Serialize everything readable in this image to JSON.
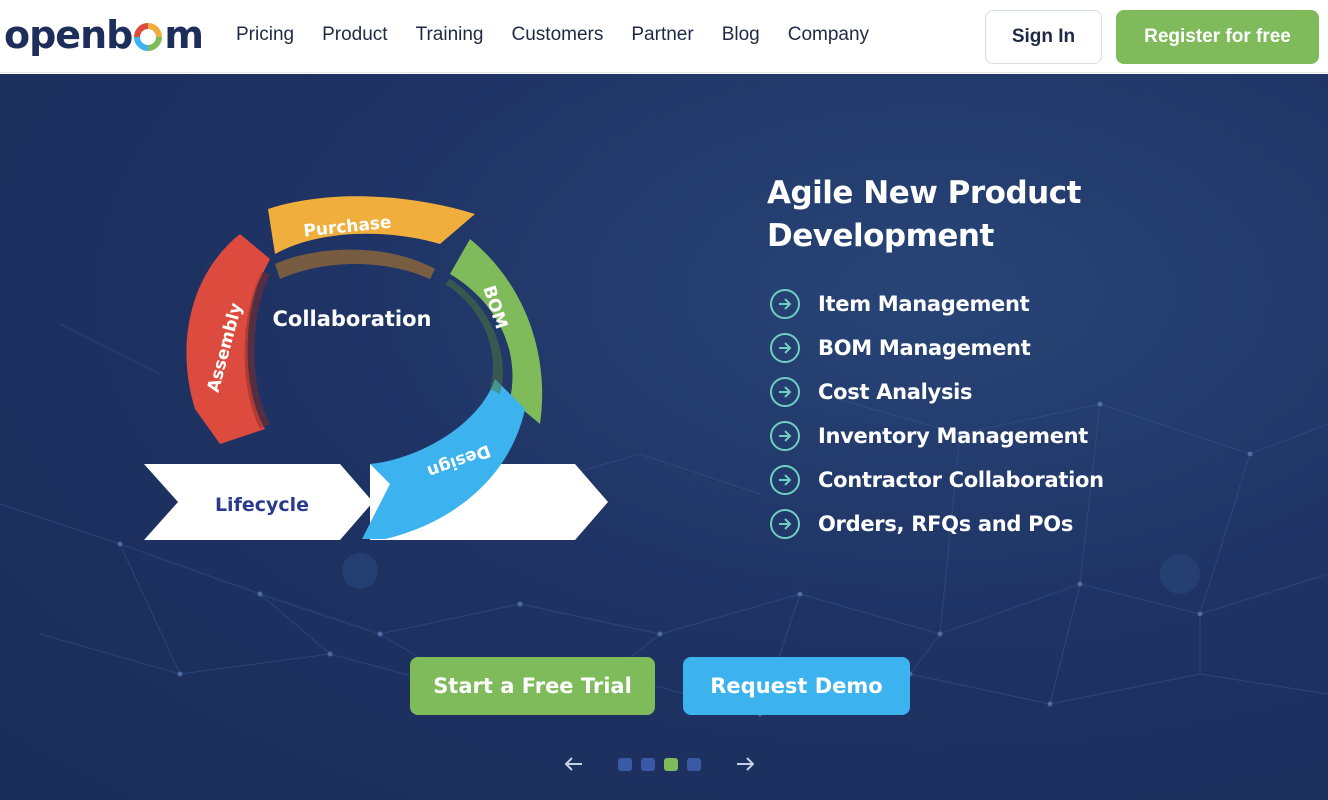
{
  "brand": {
    "name": "openbom",
    "parts": [
      "openb",
      "m"
    ]
  },
  "nav": {
    "items": [
      "Pricing",
      "Product",
      "Training",
      "Customers",
      "Partner",
      "Blog",
      "Company"
    ],
    "sign_in": "Sign In",
    "register": "Register for free"
  },
  "hero": {
    "headline_line1": "Agile New Product",
    "headline_line2": "Development",
    "features": [
      "Item Management",
      "BOM Management",
      "Cost Analysis",
      "Inventory Management",
      "Contractor Collaboration",
      "Orders, RFQs and POs"
    ],
    "diagram": {
      "center": "Collaboration",
      "segments": [
        "Purchase",
        "BOM",
        "Design",
        "Assembly"
      ],
      "base": "Lifecycle"
    },
    "cta_primary": "Start a Free Trial",
    "cta_secondary": "Request Demo",
    "carousel": {
      "slides": 4,
      "active": 3
    }
  },
  "colors": {
    "brand_navy": "#1d2e5a",
    "accent_green": "#7fba5b",
    "accent_blue": "#3cb2ef",
    "hero_bg": "#1f3465",
    "segment_purchase": "#f0ae3c",
    "segment_bom": "#7fba5b",
    "segment_design": "#3cb2ef",
    "segment_assembly": "#dd4b3e"
  },
  "icons": [
    "logo-o-ring-icon",
    "arrow-right-circle-icon",
    "arrow-left-icon",
    "arrow-right-icon"
  ]
}
